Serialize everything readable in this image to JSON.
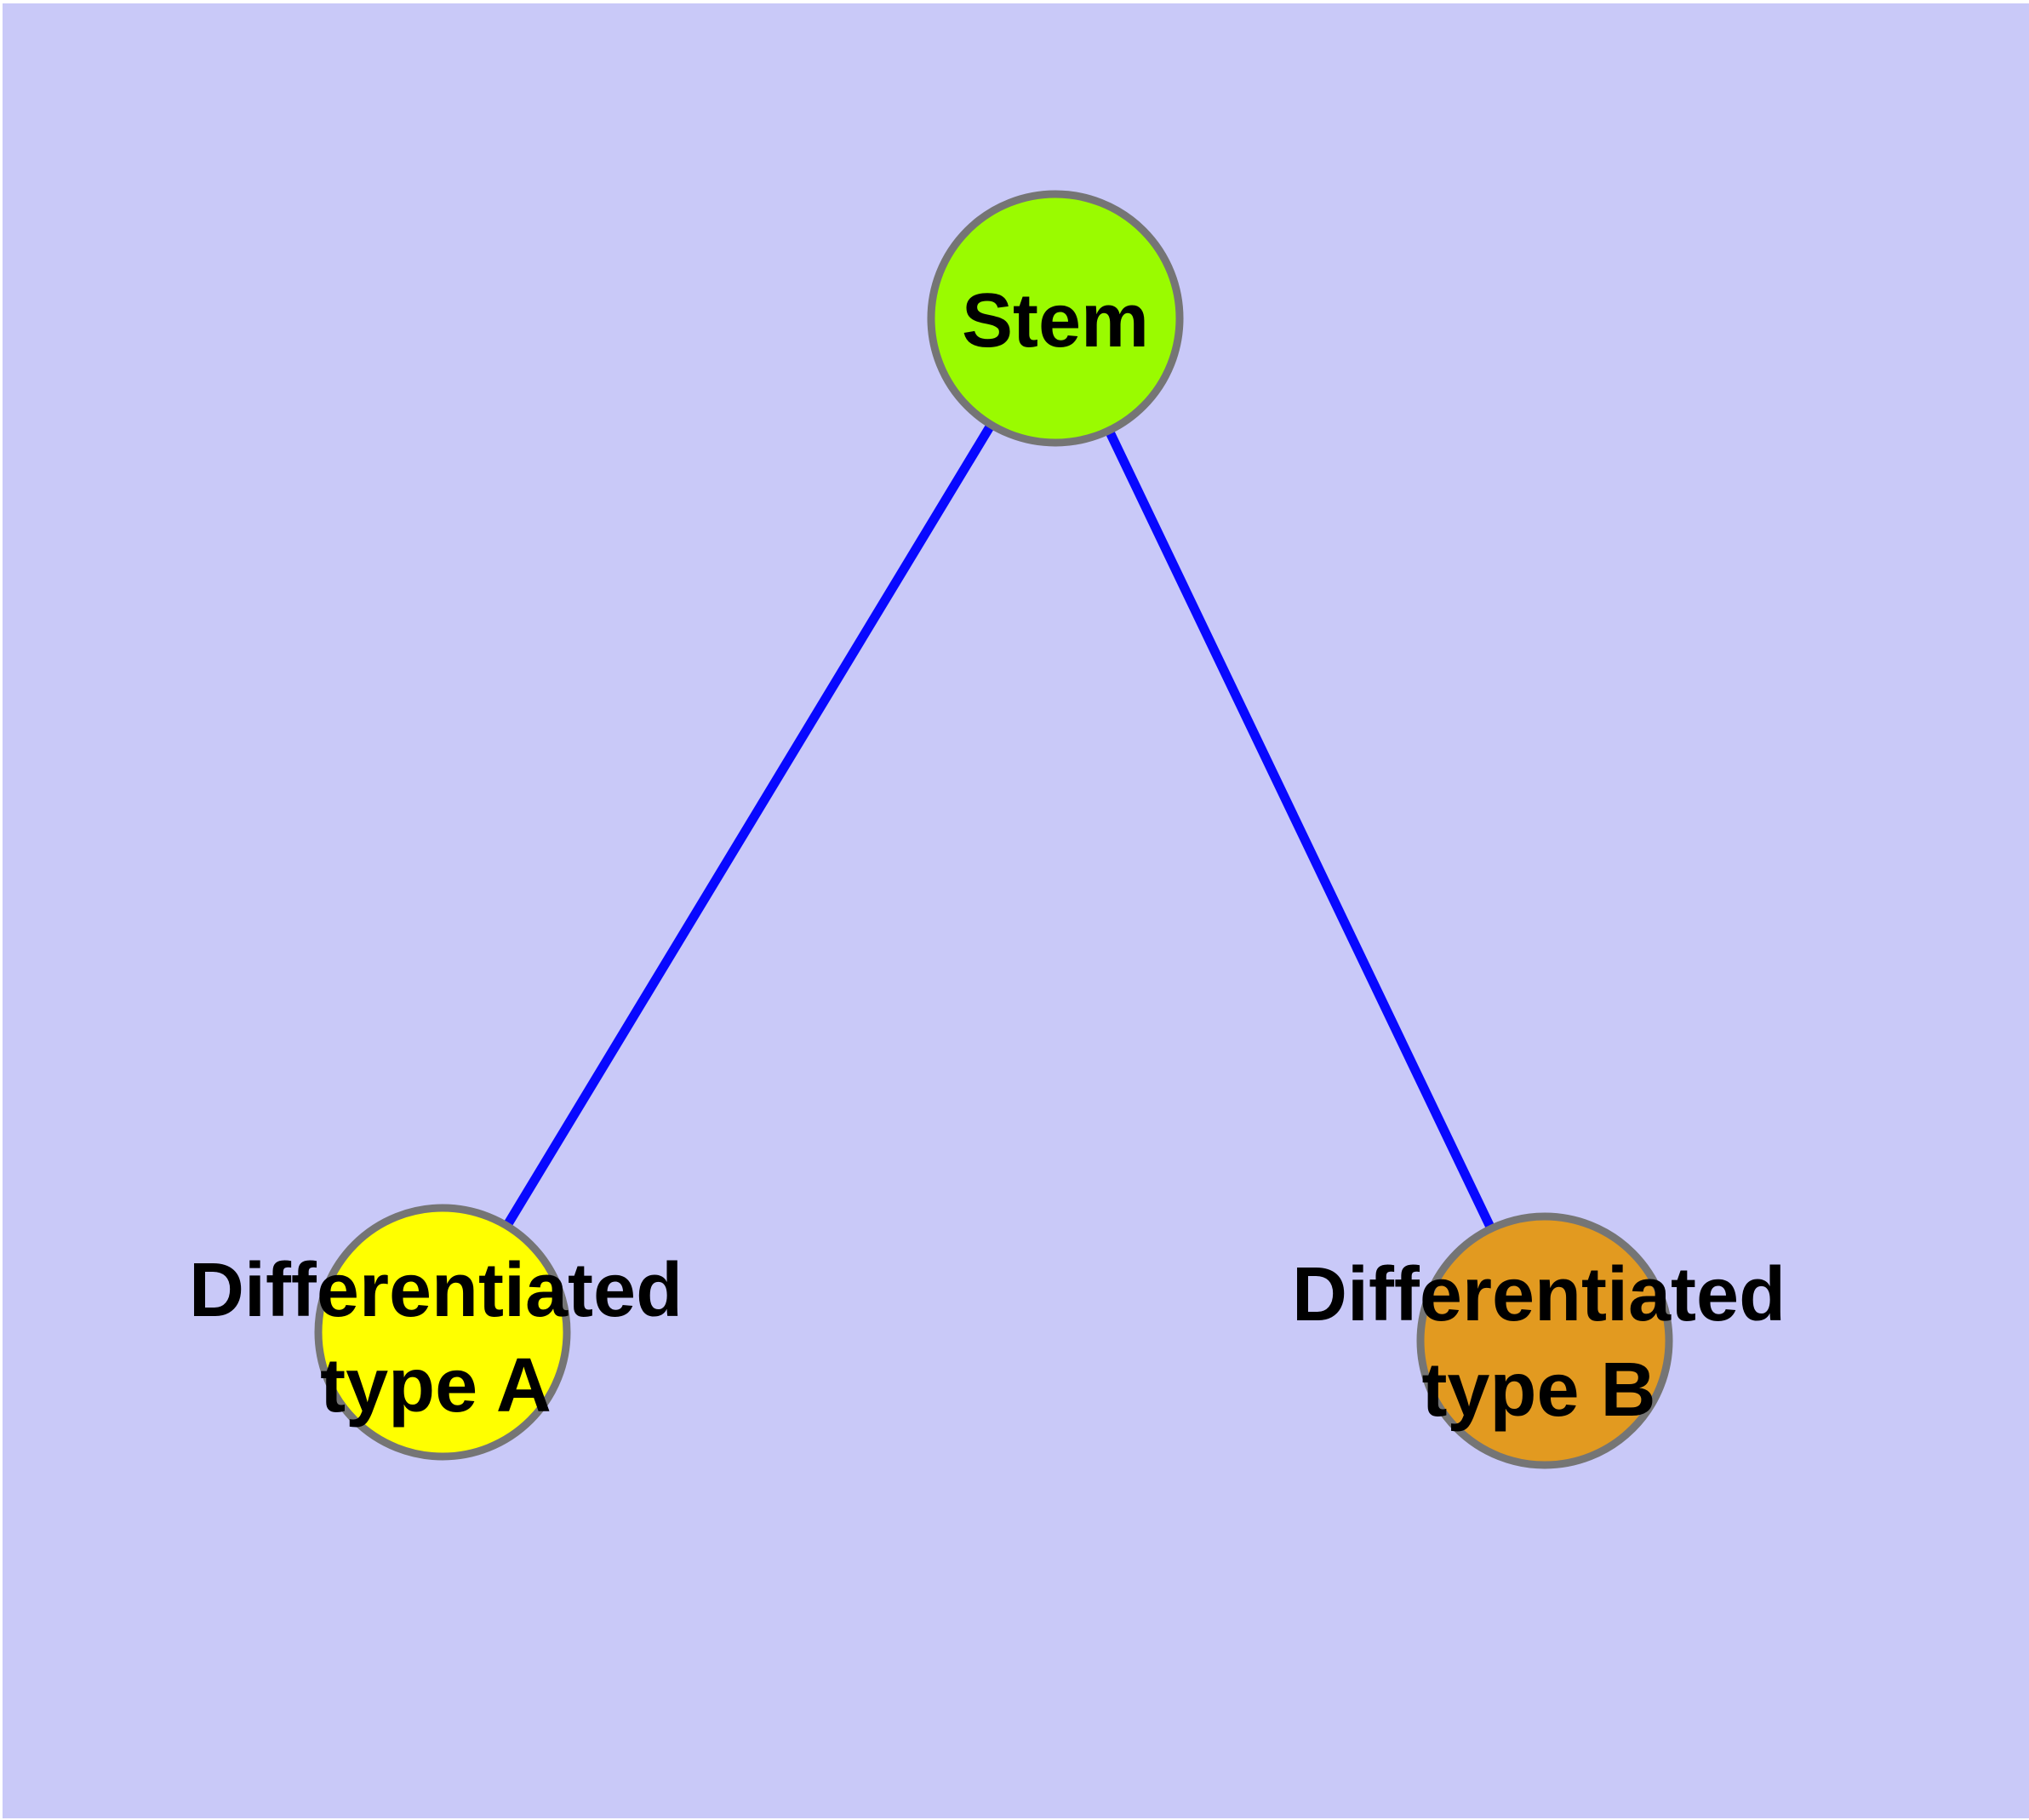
{
  "canvas": {
    "background_color": "#C9C9F8",
    "margin_color": "#FFFFFF"
  },
  "graph": {
    "edge_color": "#0808FF",
    "node_border_color": "#757575",
    "label_color": "#000000",
    "nodes": [
      {
        "id": "stem",
        "label": "Stem",
        "label_lines": [
          "Stem"
        ],
        "color": "#9AFB00"
      },
      {
        "id": "type-a",
        "label": "Differentiated type A",
        "label_lines": [
          "Differentiated",
          "type A"
        ],
        "color": "#FFFF00"
      },
      {
        "id": "type-b",
        "label": "Differentiated type B",
        "label_lines": [
          "Differentiated",
          "type B"
        ],
        "color": "#E29A20"
      }
    ],
    "edges": [
      {
        "from": "Stem",
        "to": "Differentiated type A"
      },
      {
        "from": "Stem",
        "to": "Differentiated type B"
      }
    ]
  }
}
